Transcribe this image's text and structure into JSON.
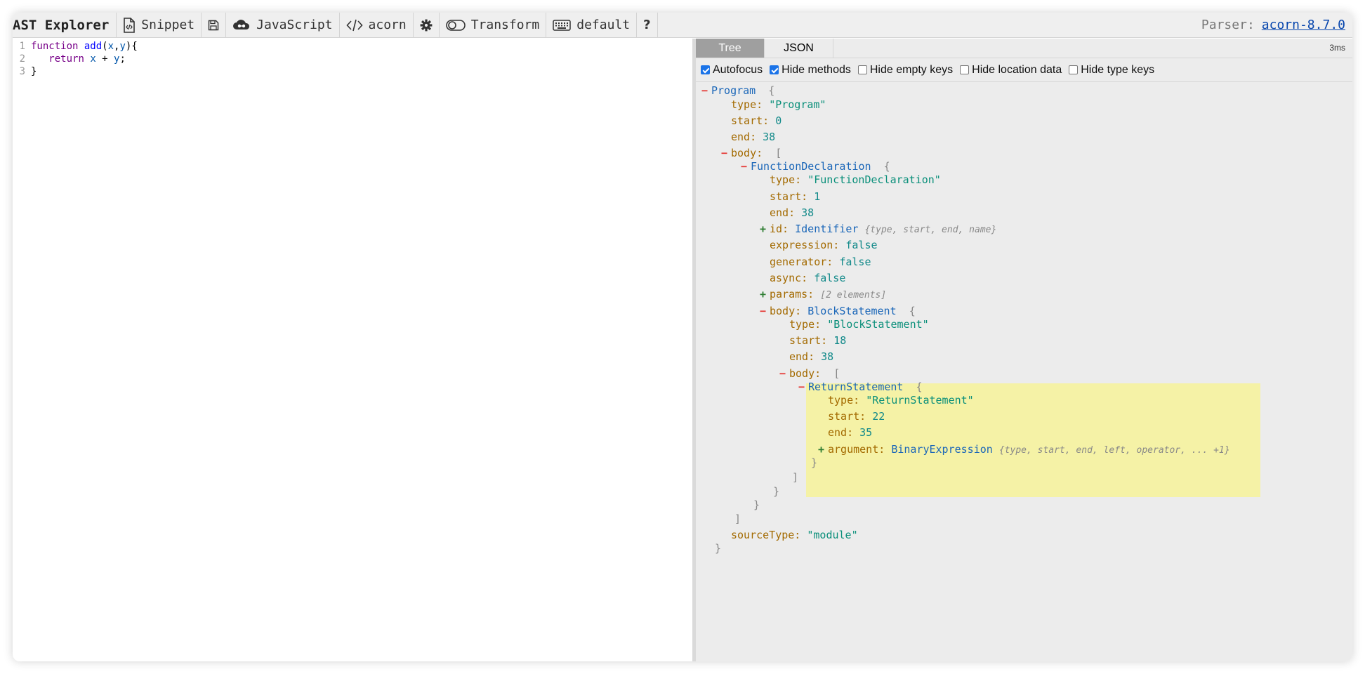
{
  "toolbar": {
    "brand": "AST Explorer",
    "snippet": "Snippet",
    "language": "JavaScript",
    "parser_name": "acorn",
    "transform": "Transform",
    "keymap": "default",
    "help": "?",
    "parser_label": "Parser:",
    "parser_version": "acorn-8.7.0"
  },
  "editor": {
    "lines": [
      {
        "n": "1"
      },
      {
        "n": "2"
      },
      {
        "n": "3"
      }
    ],
    "tokens": {
      "l1_kw": "function",
      "l1_fn": "add",
      "l1_p1": "(",
      "l1_x": "x",
      "l1_c": ",",
      "l1_y": "y",
      "l1_p2": "){",
      "l2_kw": "return",
      "l2_x": "x",
      "l2_op": " + ",
      "l2_y": "y",
      "l2_semi": ";",
      "l3": "}"
    }
  },
  "output": {
    "tabs": [
      "Tree",
      "JSON"
    ],
    "active_tab": "Tree",
    "timing": "3ms",
    "options": [
      {
        "label": "Autofocus",
        "checked": true
      },
      {
        "label": "Hide methods",
        "checked": true
      },
      {
        "label": "Hide empty keys",
        "checked": false
      },
      {
        "label": "Hide location data",
        "checked": false
      },
      {
        "label": "Hide type keys",
        "checked": false
      }
    ]
  },
  "tree": {
    "program": "Program",
    "program_type": "\"Program\"",
    "program_start": "0",
    "program_end": "38",
    "fd": "FunctionDeclaration",
    "fd_type": "\"FunctionDeclaration\"",
    "fd_start": "1",
    "fd_end": "38",
    "id_type": "Identifier",
    "id_summary": "{type, start, end, name}",
    "expression": "false",
    "generator": "false",
    "async": "false",
    "params_summary": "[2 elements]",
    "bs": "BlockStatement",
    "bs_type": "\"BlockStatement\"",
    "bs_start": "18",
    "bs_end": "38",
    "rs": "ReturnStatement",
    "rs_type": "\"ReturnStatement\"",
    "rs_start": "22",
    "rs_end": "35",
    "arg_type": "BinaryExpression",
    "arg_summary": "{type, start, end, left, operator, ... +1}",
    "source_type": "\"module\"",
    "keys": {
      "type": "type:",
      "start": "start:",
      "end": "end:",
      "body": "body:",
      "id": "id:",
      "expression": "expression:",
      "generator": "generator:",
      "async": "async:",
      "params": "params:",
      "argument": "argument:",
      "sourceType": "sourceType:"
    },
    "open_brace": "{",
    "close_brace": "}",
    "open_bracket": "[",
    "close_bracket": "]",
    "minus": "−",
    "plus": "+"
  },
  "colors": {
    "highlight": "#f5f2a6",
    "key": "#a36a00",
    "type_name": "#1a66b8",
    "string": "#0a8f7a",
    "link": "#0645ad"
  }
}
